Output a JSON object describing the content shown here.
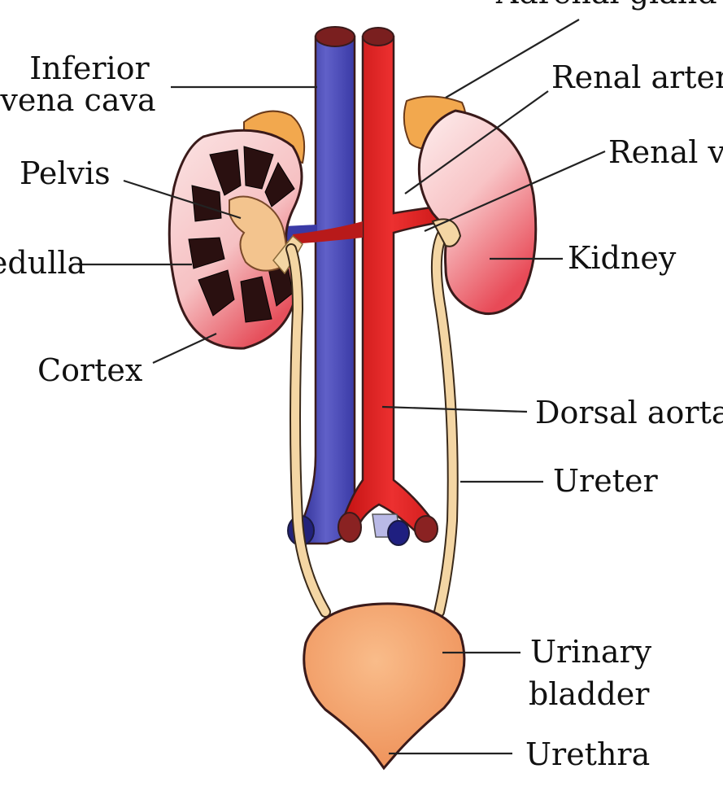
{
  "labels": {
    "adrenal_gland": "Adrenal gland",
    "inferior_vena_cava_1": "Inferior",
    "inferior_vena_cava_2": "vena cava",
    "renal_artery": "Renal artery",
    "renal_vein": "Renal vein",
    "pelvis": "Pelvis",
    "medulla": "Medulla",
    "kidney": "Kidney",
    "cortex": "Cortex",
    "dorsal_aorta": "Dorsal aorta",
    "ureter": "Ureter",
    "urinary_bladder_1": "Urinary",
    "urinary_bladder_2": "bladder",
    "urethra": "Urethra"
  },
  "colors": {
    "vena_cava": "#4b4bb0",
    "aorta": "#d81e1e",
    "adrenal": "#f2a84e",
    "kidney_light": "#fbe0e0",
    "kidney_dark": "#e9545f",
    "ureter": "#f4d6a4",
    "bladder": "#f6a66a"
  }
}
